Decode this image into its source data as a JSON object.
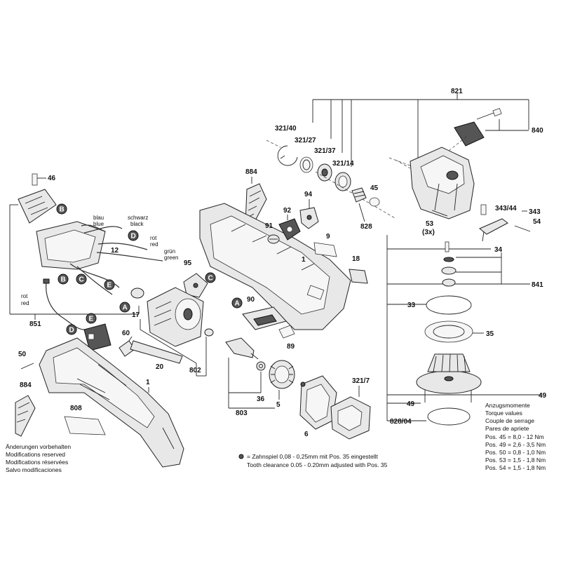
{
  "labels": {
    "p821": "821",
    "p840": "840",
    "p321_40": "321/40",
    "p321_27": "321/27",
    "p321_37": "321/37",
    "p321_14": "321/14",
    "p884a": "884",
    "p94": "94",
    "p45": "45",
    "p828": "828",
    "p53": "53",
    "p53b": "(3x)",
    "p343_44": "343/44",
    "p343": "343",
    "p54": "54",
    "p46": "46",
    "p92": "92",
    "p91": "91",
    "p9": "9",
    "p1a": "1",
    "p18": "18",
    "p34": "34",
    "p841": "841",
    "p33": "33",
    "p35": "35",
    "p49a": "49",
    "p49b": "49",
    "p828_04": "828/04",
    "p12": "12",
    "p95": "95",
    "p17": "17",
    "p851": "851",
    "p60": "60",
    "p50": "50",
    "p20": "20",
    "p802": "802",
    "p90": "90",
    "p89": "89",
    "p884b": "884",
    "p1b": "1",
    "p808": "808",
    "p36": "36",
    "p5": "5",
    "p803": "803",
    "p6": "6",
    "p321_7": "321/7"
  },
  "letters": {
    "A": "A",
    "B": "B",
    "C": "C",
    "D": "D",
    "E": "E"
  },
  "wires": {
    "blau": "blau",
    "blue": "blue",
    "schwarz": "schwarz",
    "black": "black",
    "rot1": "rot",
    "red1": "red",
    "gruen": "grün",
    "green": "green",
    "rot2": "rot",
    "red2": "red"
  },
  "notes": {
    "mod": [
      "Änderungen vorbehalten",
      "Modifications reserved",
      "Modifications réservées",
      "Salvo modificaciones"
    ],
    "tooth_de": "= Zahnspiel 0,08 - 0,25mm mit Pos. 35 eingestellt",
    "tooth_en": "Tooth clearance 0.05 - 0.20mm adjusted with Pos. 35",
    "torque_title": [
      "Anzugsmomente",
      "Torque values",
      "Couple de serrage",
      "Pares de apriete"
    ],
    "torque_rows": [
      {
        "pos": "Pos.",
        "num": "45",
        "val": "= 8,0 - 12  Nm"
      },
      {
        "pos": "Pos.",
        "num": "49",
        "val": "= 2,6 - 3,5 Nm"
      },
      {
        "pos": "Pos.",
        "num": "50",
        "val": "= 0,8 - 1,0 Nm"
      },
      {
        "pos": "Pos.",
        "num": "53",
        "val": "= 1,5 - 1,8 Nm"
      },
      {
        "pos": "Pos.",
        "num": "54",
        "val": "= 1,5 - 1,8 Nm"
      }
    ]
  }
}
